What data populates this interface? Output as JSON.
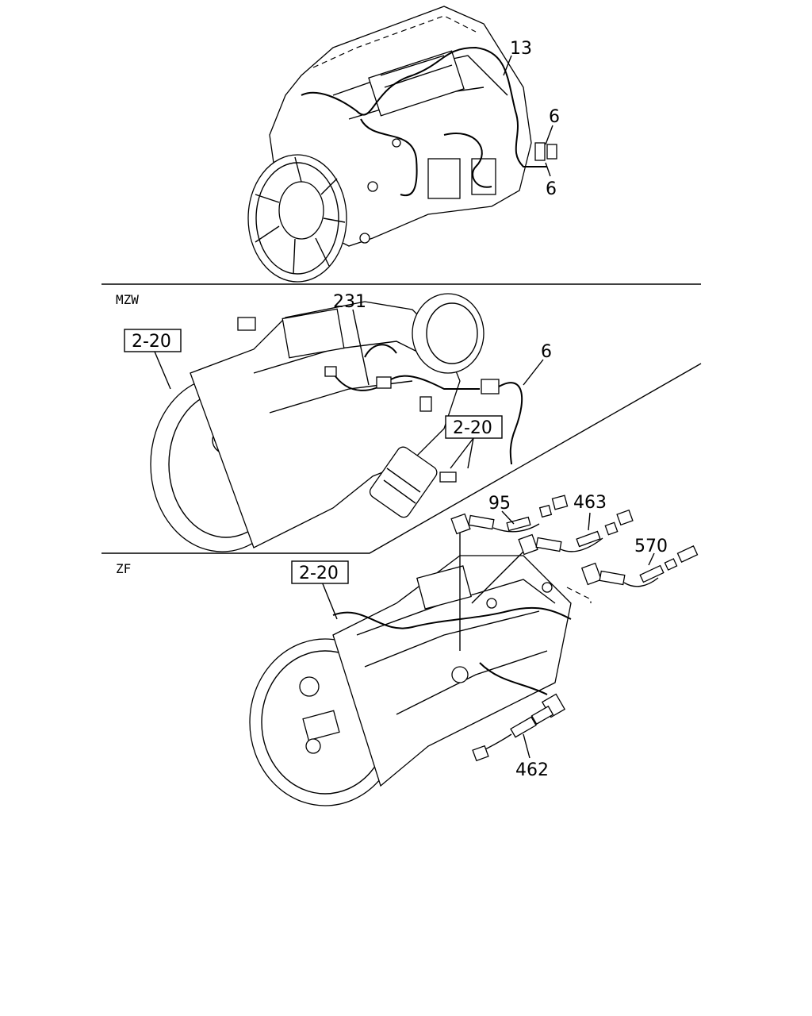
{
  "sections": {
    "mzw": "MZW",
    "zf": "ZF"
  },
  "callouts": {
    "c13": "13",
    "c6a": "6",
    "c6b": "6",
    "c231": "231",
    "c6c": "6",
    "ref_mzw_a": "2-20",
    "ref_mzw_b": "2-20",
    "c95": "95",
    "c463": "463",
    "c570": "570",
    "ref_zf": "2-20",
    "c462": "462"
  }
}
